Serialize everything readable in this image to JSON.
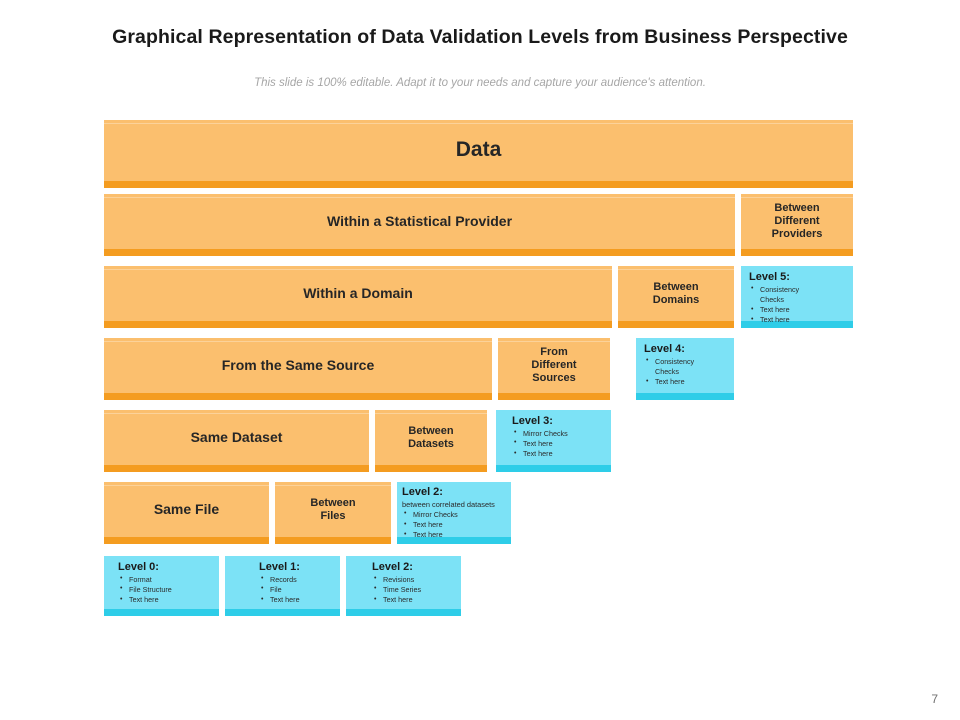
{
  "header": {
    "title": "Graphical Representation of Data Validation  Levels from Business Perspective",
    "subtitle": "This slide is 100% editable. Adapt it to your needs and capture your audience's attention."
  },
  "colors": {
    "orange_fill": "#FBBF6E",
    "orange_edge": "#F49C20",
    "cyan_fill": "#7CE2F6",
    "cyan_edge": "#2ECDE8",
    "title_text": "#1A1A1A",
    "subtitle_text": "#A6A6A6"
  },
  "pyramid": {
    "rows": [
      {
        "left": "Data"
      },
      {
        "left": "Within a Statistical Provider",
        "right": "Between\nDifferent\nProviders"
      },
      {
        "left": "Within a Domain",
        "right": "Between\nDomains"
      },
      {
        "left": "From the Same Source",
        "right": "From\nDifferent\nSources"
      },
      {
        "left": "Same Dataset",
        "right": "Between\nDatasets"
      },
      {
        "left": "Same File",
        "right": "Between\nFiles"
      }
    ],
    "labels": {
      "data": "Data",
      "within_statistical_provider": "Within a Statistical Provider",
      "between_different_providers_l1": "Between",
      "between_different_providers_l2": "Different",
      "between_different_providers_l3": "Providers",
      "within_a_domain": "Within a Domain",
      "between_domains_l1": "Between",
      "between_domains_l2": "Domains",
      "from_the_same_source": "From the Same Source",
      "from_different_sources_l1": "From",
      "from_different_sources_l2": "Different",
      "from_different_sources_l3": "Sources",
      "same_dataset": "Same Dataset",
      "between_datasets_l1": "Between",
      "between_datasets_l2": "Datasets",
      "same_file": "Same File",
      "between_files_l1": "Between",
      "between_files_l2": "Files"
    }
  },
  "levels": {
    "level5": {
      "title": "Level 5:",
      "bullets": [
        "Consistency",
        "Text here",
        "Text here"
      ],
      "bullet0_cont": "Checks"
    },
    "level4": {
      "title": "Level 4:",
      "bullets": [
        "Consistency",
        "Text here"
      ],
      "bullet0_cont": "Checks"
    },
    "level3": {
      "title": "Level 3:",
      "bullets": [
        "Mirror Checks",
        "Text here",
        "Text here"
      ]
    },
    "level2_mid": {
      "title": "Level 2:",
      "sub": "between correlated datasets",
      "bullets": [
        "Mirror Checks",
        "Text here",
        "Text here"
      ]
    },
    "level0": {
      "title": "Level 0:",
      "bullets": [
        "Format",
        "File Structure",
        "Text here"
      ]
    },
    "level1": {
      "title": "Level 1:",
      "bullets": [
        "Records",
        "File",
        "Text here"
      ]
    },
    "level2_bottom": {
      "title": "Level 2:",
      "bullets": [
        "Revisions",
        "Time Series",
        "Text here"
      ]
    }
  },
  "footer": {
    "page_number": "7"
  }
}
